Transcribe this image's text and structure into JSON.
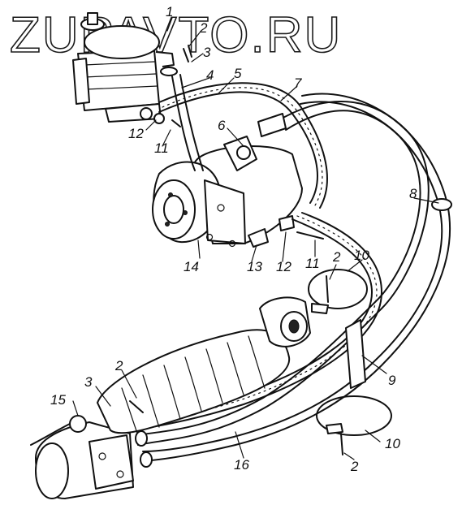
{
  "watermark": {
    "text": "ZUPAVTO.RU"
  },
  "callouts": [
    {
      "id": "c1",
      "text": "1"
    },
    {
      "id": "c2a",
      "text": "2"
    },
    {
      "id": "c3a",
      "text": "3"
    },
    {
      "id": "c4",
      "text": "4"
    },
    {
      "id": "c5",
      "text": "5"
    },
    {
      "id": "c6",
      "text": "6"
    },
    {
      "id": "c7",
      "text": "7"
    },
    {
      "id": "c8",
      "text": "8"
    },
    {
      "id": "c12a",
      "text": "12"
    },
    {
      "id": "c11a",
      "text": "11"
    },
    {
      "id": "c14",
      "text": "14"
    },
    {
      "id": "c13",
      "text": "13"
    },
    {
      "id": "c12b",
      "text": "12"
    },
    {
      "id": "c11b",
      "text": "11"
    },
    {
      "id": "c2b",
      "text": "2"
    },
    {
      "id": "c10a",
      "text": "10"
    },
    {
      "id": "c9",
      "text": "9"
    },
    {
      "id": "c3b",
      "text": "3"
    },
    {
      "id": "c2c",
      "text": "2"
    },
    {
      "id": "c15",
      "text": "15"
    },
    {
      "id": "c16",
      "text": "16"
    },
    {
      "id": "c10b",
      "text": "10"
    },
    {
      "id": "c2d",
      "text": "2"
    }
  ]
}
